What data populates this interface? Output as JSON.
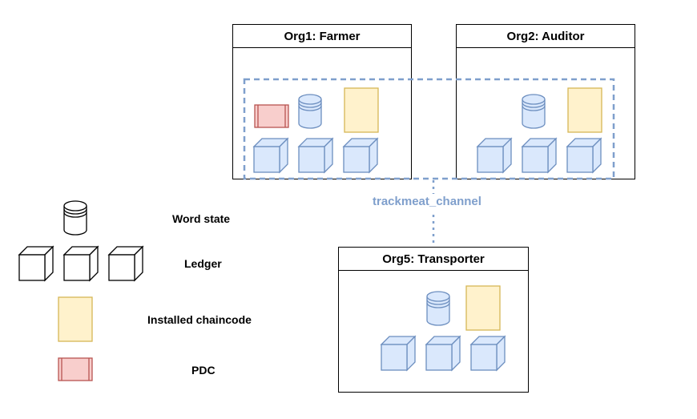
{
  "orgs": {
    "org1": {
      "title": "Org1: Farmer"
    },
    "org2": {
      "title": "Org2: Auditor"
    },
    "org5": {
      "title": "Org5: Transporter"
    }
  },
  "channel": {
    "label": "trackmeat_channel"
  },
  "legend": {
    "world_state": "Word state",
    "ledger": "Ledger",
    "chaincode": "Installed chaincode",
    "pdc": "PDC"
  },
  "colors": {
    "blue_fill": "#dae8fc",
    "blue_stroke": "#6c8ebf",
    "yellow_fill": "#fff2cc",
    "yellow_stroke": "#d6b656",
    "red_fill": "#f8cecc",
    "red_stroke": "#b85450",
    "channel": "#7f9fcc"
  }
}
